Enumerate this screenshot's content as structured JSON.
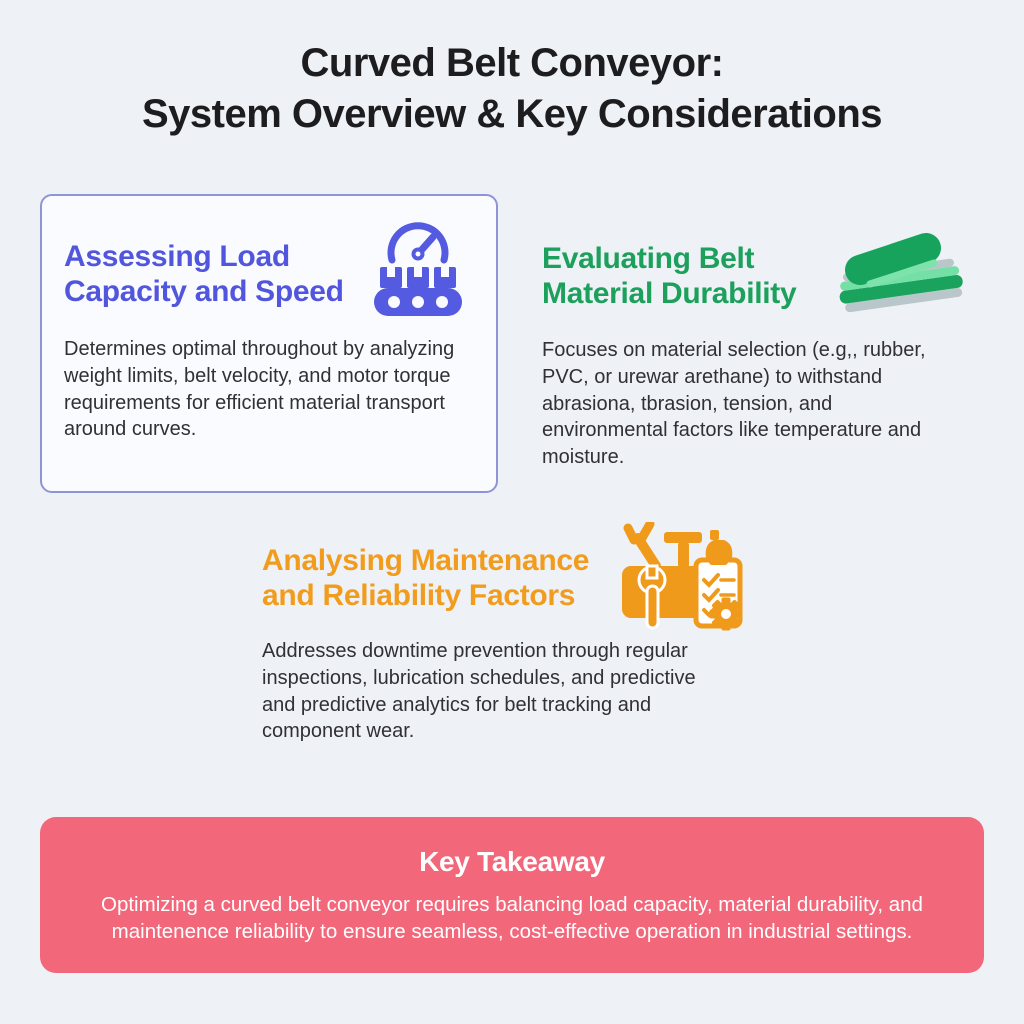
{
  "title": {
    "line1": "Curved Belt Conveyor:",
    "line2": "System Overview & Key Considerations"
  },
  "sections": [
    {
      "id": "load",
      "accent": "#5156dd",
      "icon": "conveyor-speed-icon",
      "icon_color": "#555be0",
      "title_line1": "Assessing Load",
      "title_line2": "Capacity and Speed",
      "body": "Determines optimal throughout by analyzing weight limits, belt velocity, and motor torque requirements for efficient material transport around curves."
    },
    {
      "id": "material",
      "accent": "#1ca05c",
      "icon": "belt-layers-icon",
      "icon_colors": [
        "#17a35b",
        "#74e0a6",
        "#b9c7ca"
      ],
      "title_line1": "Evaluating Belt",
      "title_line2": "Material Durability",
      "body": "Focuses on material selection (e.g,, rubber, PVC, or urewar arethane) to withstand abrasiona, tbrasion, tension, and environmental factors like temperature and moisture."
    },
    {
      "id": "maintenance",
      "accent": "#f29c1e",
      "icon": "maintenance-tools-icon",
      "icon_color": "#f09a1c",
      "title_line1": "Analysing Maintenance",
      "title_line2": "and Reliability Factors",
      "body": "Addresses downtime prevention through regular inspections, lubrication schedules, and predictive and predictive analytics for belt tracking and component wear."
    }
  ],
  "takeaway": {
    "title": "Key Takeaway",
    "body": "Optimizing a curved belt conveyor requires balancing load capacity, material durability, and maintenence reliability to ensure seamless, cost-effective operation in industrial settings.",
    "background": "#f3677b",
    "text_color": "#ffffff"
  },
  "page_background": "#eef1f6",
  "card_border_color": "#8f93d8",
  "title_color": "#1d1d20"
}
